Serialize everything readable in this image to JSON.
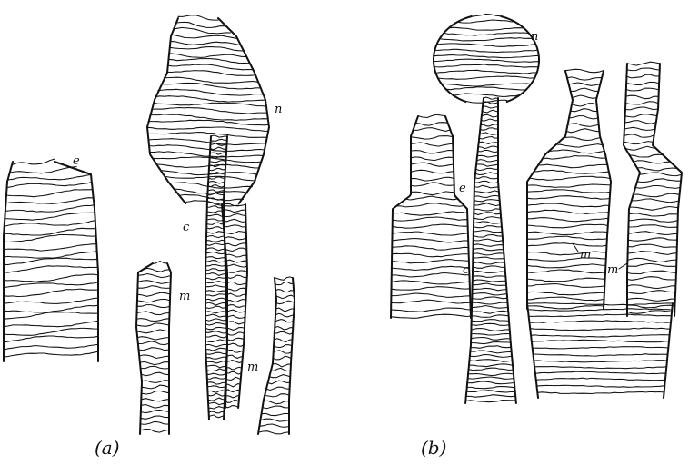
{
  "labels": {
    "a_e": "e",
    "a_n": "n",
    "a_c": "c",
    "a_m1": "m",
    "a_m2": "m",
    "b_n": "n",
    "b_e": "e",
    "b_c": "c",
    "b_m1": "m",
    "b_m2": "m",
    "caption_a": "(a)",
    "caption_b": "(b)"
  },
  "colors": {
    "ink": "#111111",
    "paper": "#ffffff"
  }
}
